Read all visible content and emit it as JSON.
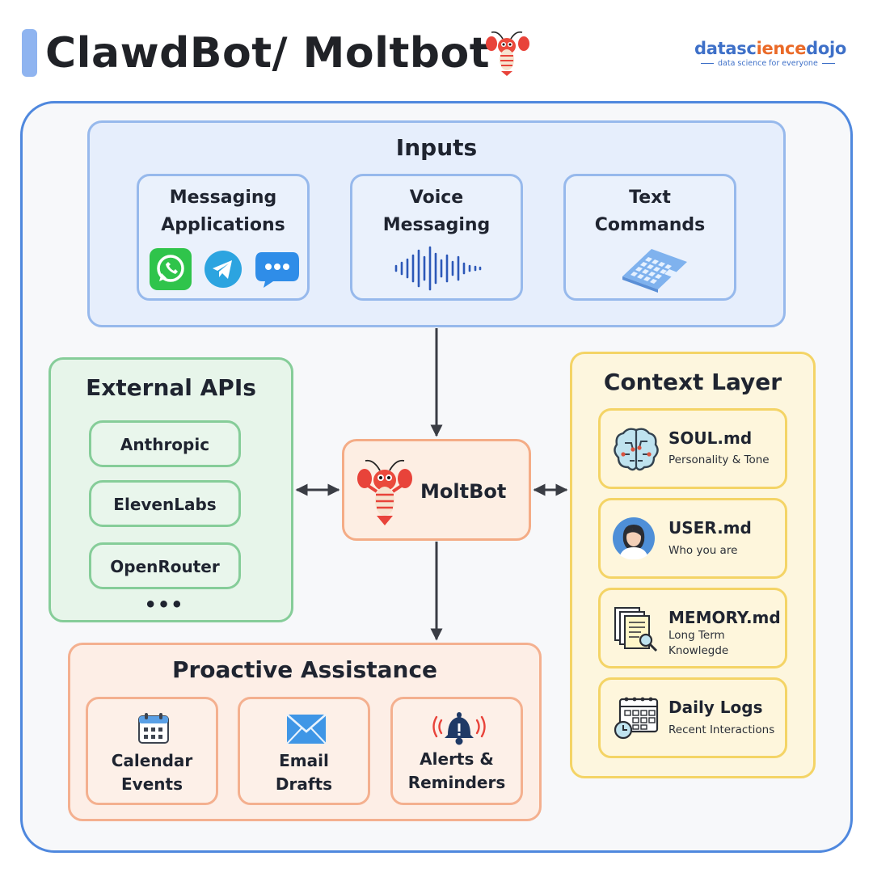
{
  "header": {
    "title": "ClawdBot/ Moltbot",
    "logo": {
      "part1": "datasc",
      "part2": "ience",
      "part3": "dojo",
      "tagline": "data science for everyone"
    }
  },
  "inputs": {
    "title": "Inputs",
    "cards": [
      {
        "label": "Messaging\nApplications",
        "icons": [
          "whatsapp-icon",
          "telegram-icon",
          "chat-bubble-icon"
        ]
      },
      {
        "label": "Voice\nMessaging",
        "icons": [
          "sound-wave-icon"
        ]
      },
      {
        "label": "Text\nCommands",
        "icons": [
          "keyboard-icon"
        ]
      }
    ]
  },
  "external_apis": {
    "title": "External APIs",
    "items": [
      "Anthropic",
      "ElevenLabs",
      "OpenRouter"
    ],
    "more": "•••"
  },
  "center": {
    "label": "MoltBot",
    "icon": "lobster-icon"
  },
  "context_layer": {
    "title": "Context Layer",
    "items": [
      {
        "name": "SOUL.md",
        "desc": "Personality & Tone",
        "icon": "brain-icon"
      },
      {
        "name": "USER.md",
        "desc": "Who you are",
        "icon": "user-avatar-icon"
      },
      {
        "name": "MEMORY.md",
        "desc": "Long Term\nKnowlegde",
        "icon": "documents-search-icon"
      },
      {
        "name": "Daily Logs",
        "desc": "Recent Interactions",
        "icon": "calendar-clock-icon"
      }
    ]
  },
  "proactive": {
    "title": "Proactive Assistance",
    "cards": [
      {
        "label": "Calendar\nEvents",
        "icon": "calendar-icon"
      },
      {
        "label": "Email\nDrafts",
        "icon": "envelope-icon"
      },
      {
        "label": "Alerts &\nReminders",
        "icon": "bell-alert-icon"
      }
    ]
  },
  "colors": {
    "frame": "#4f88de",
    "inputs": "#97b9ec",
    "external": "#86cd99",
    "context": "#f4d466",
    "bot": "#f4ac86",
    "proactive": "#f4b08f",
    "arrow": "#3a3d44"
  }
}
